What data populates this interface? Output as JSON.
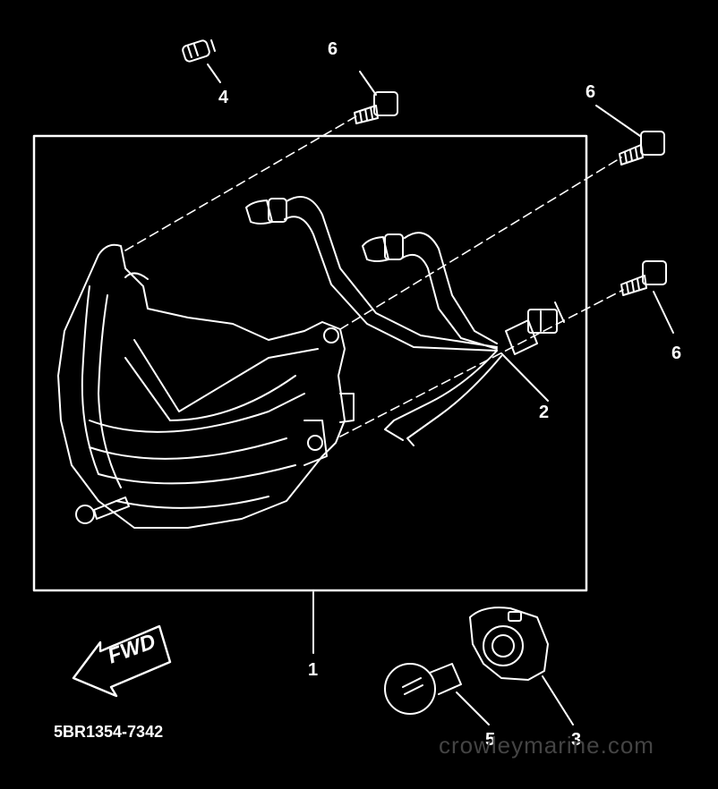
{
  "diagram": {
    "callouts": {
      "c1": "1",
      "c2": "2",
      "c3": "3",
      "c4": "4",
      "c5": "5",
      "c6a": "6",
      "c6b": "6",
      "c6c": "6"
    },
    "fwd_label": "FWD",
    "part_number": "5BR1354-7342",
    "watermark": "crowleymarine.com"
  }
}
